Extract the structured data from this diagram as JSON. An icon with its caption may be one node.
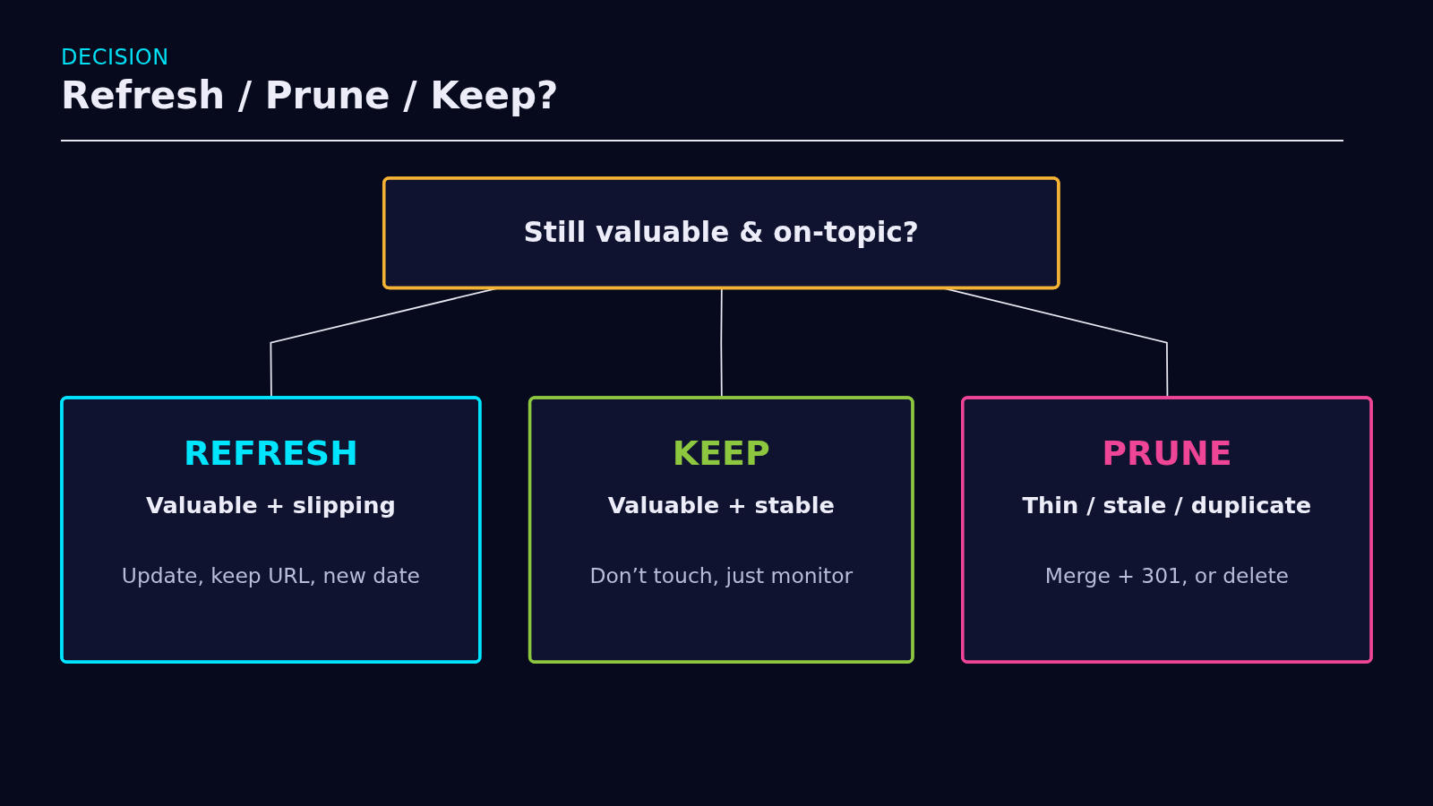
{
  "diagram": {
    "title": "Refresh / Prune / Keep?",
    "labels": [
      "DECISION"
    ],
    "nodes": [
      {
        "text": [
          "Still valuable & on-topic?"
        ]
      },
      {
        "text": [
          "REFRESH",
          "Valuable + slipping",
          "Update, keep URL, new date"
        ]
      },
      {
        "text": [
          "KEEP",
          "Valuable + stable",
          "Don’t touch, just monitor"
        ]
      },
      {
        "text": [
          "PRUNE",
          "Thin / stale / duplicate",
          "Merge + 301, or delete"
        ]
      }
    ],
    "edges": [
      {
        "from": 0,
        "to": 1,
        "arrow": "none"
      },
      {
        "from": 0,
        "to": 2,
        "arrow": "none"
      },
      {
        "from": 0,
        "to": 3,
        "arrow": "none"
      }
    ]
  }
}
